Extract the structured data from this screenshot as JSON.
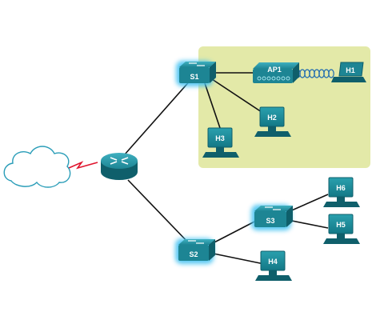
{
  "colors": {
    "wlan_area": "#e3e9a8",
    "link": "#111111",
    "serial_link": "#e0142d",
    "device_teal": "#1f8b9b",
    "device_dark": "#0f5f6b",
    "switch_glow": "#46c3f2",
    "cloud_stroke": "#2a9db8"
  },
  "devices": {
    "s1": {
      "label": "S1",
      "type": "switch",
      "icon": "switch-icon"
    },
    "s2": {
      "label": "S2",
      "type": "switch",
      "icon": "switch-icon"
    },
    "s3": {
      "label": "S3",
      "type": "switch",
      "icon": "switch-icon"
    },
    "ap1": {
      "label": "AP1",
      "type": "access-point",
      "icon": "access-point-icon"
    },
    "h1": {
      "label": "H1",
      "type": "laptop",
      "icon": "laptop-icon"
    },
    "h2": {
      "label": "H2",
      "type": "pc",
      "icon": "pc-icon"
    },
    "h3": {
      "label": "H3",
      "type": "pc",
      "icon": "pc-icon"
    },
    "h4": {
      "label": "H4",
      "type": "pc",
      "icon": "pc-icon"
    },
    "h5": {
      "label": "H5",
      "type": "pc",
      "icon": "pc-icon"
    },
    "h6": {
      "label": "H6",
      "type": "pc",
      "icon": "pc-icon"
    },
    "router": {
      "label": "",
      "type": "router",
      "icon": "router-icon"
    },
    "cloud": {
      "label": "",
      "type": "cloud",
      "icon": "cloud-icon"
    }
  }
}
